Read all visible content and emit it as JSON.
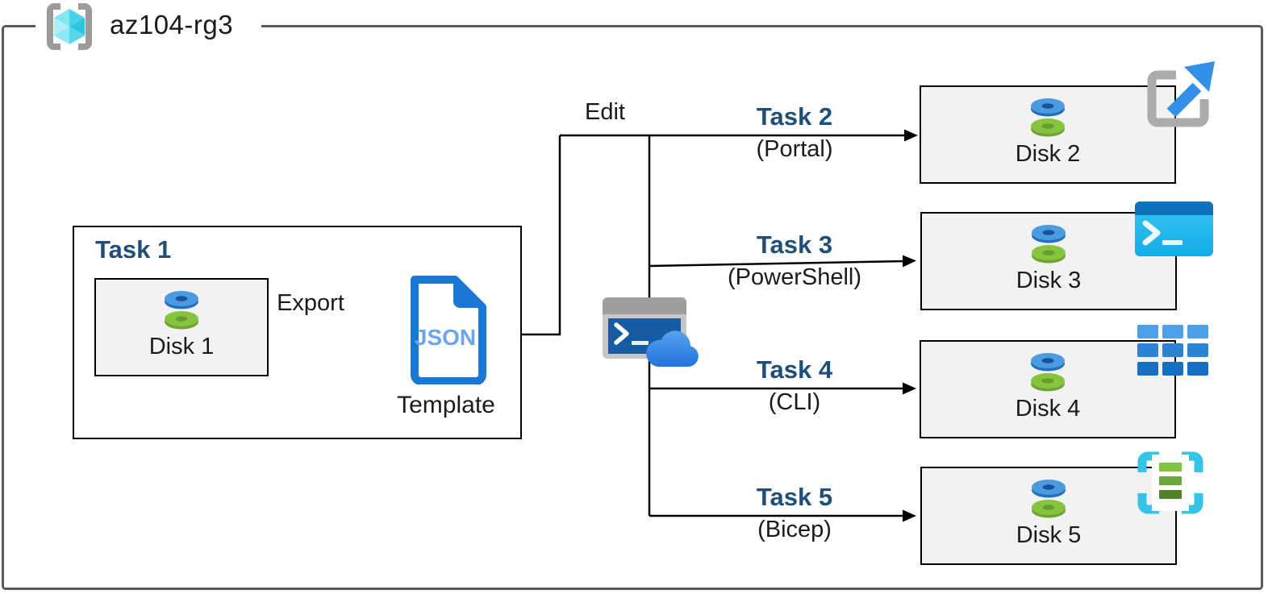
{
  "resource_group": {
    "name": "az104-rg3",
    "icon": "resource-group-icon"
  },
  "task1": {
    "label": "Task 1",
    "disk_label": "Disk 1",
    "export_label": "Export",
    "template": {
      "file_type": "JSON",
      "label": "Template",
      "icon": "json-template-icon"
    }
  },
  "edit_label": "Edit",
  "tasks": [
    {
      "label": "Task 2",
      "method": "(Portal)",
      "disk_label": "Disk 2",
      "icon": "azure-portal-icon"
    },
    {
      "label": "Task 3",
      "method": "(PowerShell)",
      "disk_label": "Disk 3",
      "icon": "powershell-icon"
    },
    {
      "label": "Task 4",
      "method": "(CLI)",
      "disk_label": "Disk 4",
      "icon": "cli-grid-icon"
    },
    {
      "label": "Task 5",
      "method": "(Bicep)",
      "disk_label": "Disk 5",
      "icon": "bicep-template-icon"
    }
  ],
  "middle_icon": "cloud-shell-icon",
  "disk_icon": "managed-disk-icon",
  "colors": {
    "task_label": "#1F4E79",
    "box_fill": "#F2F2F2",
    "box_border": "#000000",
    "outer_border": "#58595B",
    "azure_blue": "#1878D4",
    "json_text_blue": "#6BA5EC",
    "disk_blue": "#4C9BE0",
    "disk_green": "#86C440",
    "cyan": "#35C4E5"
  }
}
